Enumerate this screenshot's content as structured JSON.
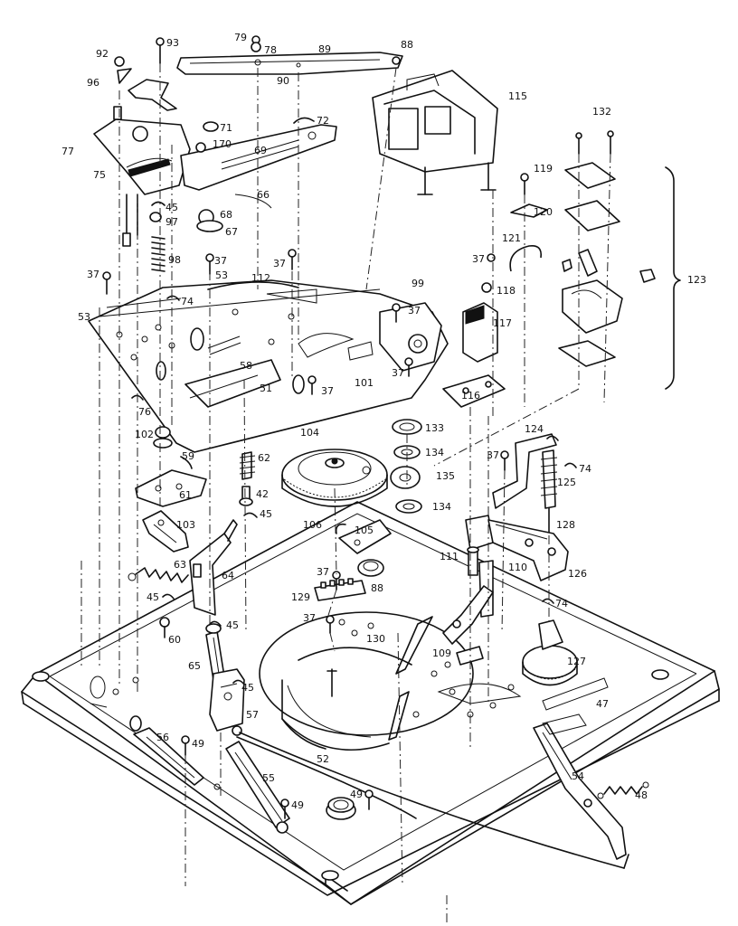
{
  "diagram": {
    "part_labels": {
      "p92": "92",
      "p93": "93",
      "p79": "79",
      "p78": "78",
      "p89": "89",
      "p88": "88",
      "p90": "90",
      "p96": "96",
      "p71": "71",
      "p72": "72",
      "p115": "115",
      "p132": "132",
      "p77": "77",
      "p170": "170",
      "p69": "69",
      "p75": "75",
      "p119": "119",
      "p45a": "45",
      "p68": "68",
      "p66": "66",
      "p120": "120",
      "p97": "97",
      "p67": "67",
      "p121": "121",
      "p98": "98",
      "p37a": "37",
      "p37b": "37",
      "p37c": "37",
      "p112": "112",
      "p53a": "53",
      "p118": "118",
      "p123": "123",
      "p37d": "37",
      "p74a": "74",
      "p99": "99",
      "p53b": "53",
      "p37e": "37",
      "p117": "117",
      "p58": "58",
      "p51": "51",
      "p37f": "37",
      "p101": "101",
      "p37g": "37",
      "p116": "116",
      "p76": "76",
      "p133": "133",
      "p102": "102",
      "p104": "104",
      "p124": "124",
      "p134a": "134",
      "p59": "59",
      "p62": "62",
      "p37h": "37",
      "p74b": "74",
      "p135": "135",
      "p125": "125",
      "p61": "61",
      "p134b": "134",
      "p42": "42",
      "p45b": "45",
      "p103": "103",
      "p106": "106",
      "p105": "105",
      "p128": "128",
      "p111": "111",
      "p110": "110",
      "p63": "63",
      "p64": "64",
      "p37i": "37",
      "p88b": "88",
      "p126": "126",
      "p129": "129",
      "p45c": "45",
      "p74c": "74",
      "p37j": "37",
      "p45d": "45",
      "p60": "60",
      "p130": "130",
      "p109": "109",
      "p127": "127",
      "p65": "65",
      "p45e": "45",
      "p47": "47",
      "p57": "57",
      "p56": "56",
      "p49a": "49",
      "p52": "52",
      "p54": "54",
      "p55": "55",
      "p49b": "49",
      "p49c": "49",
      "p48": "48"
    }
  }
}
